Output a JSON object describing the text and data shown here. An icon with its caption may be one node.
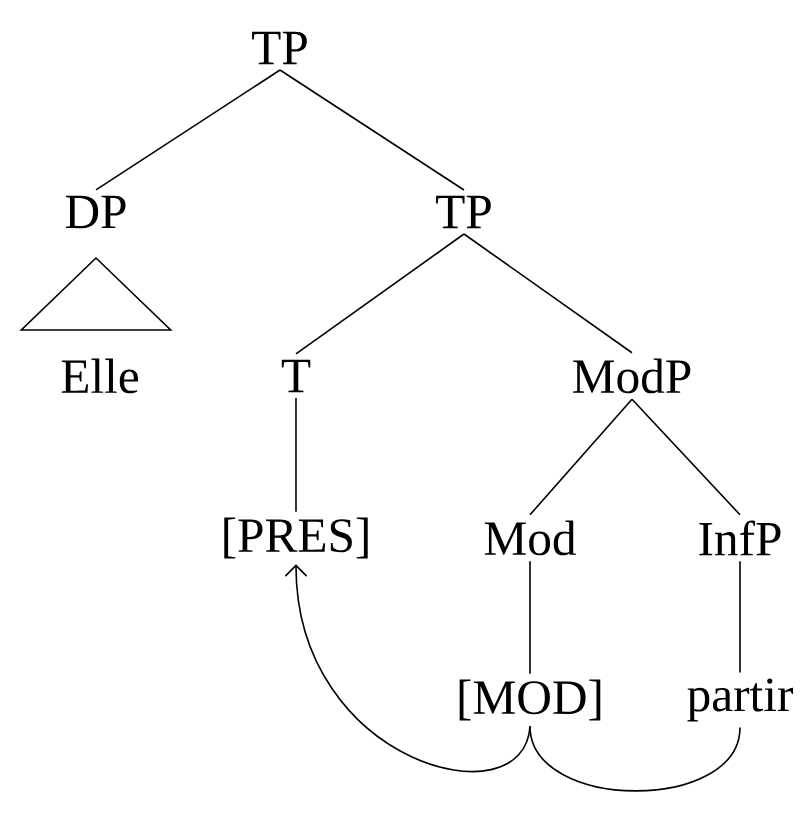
{
  "diagram": {
    "nodes": [
      {
        "text": [
          "TP"
        ]
      },
      {
        "text": [
          "DP"
        ]
      },
      {
        "text": [
          "TP"
        ]
      },
      {
        "text": [],
        "shape": "triangle"
      },
      {
        "text": [
          "Elle"
        ]
      },
      {
        "text": [
          "T"
        ]
      },
      {
        "text": [
          "ModP"
        ]
      },
      {
        "text": [
          "[PRES]"
        ]
      },
      {
        "text": [
          "Mod"
        ]
      },
      {
        "text": [
          "InfP"
        ]
      },
      {
        "text": [
          "[MOD]"
        ]
      },
      {
        "text": [
          "partir"
        ]
      }
    ],
    "edges": [
      {
        "from": 0,
        "to": 1,
        "arrow": "none"
      },
      {
        "from": 0,
        "to": 2,
        "arrow": "none"
      },
      {
        "from": 2,
        "to": 5,
        "arrow": "none"
      },
      {
        "from": 2,
        "to": 6,
        "arrow": "none"
      },
      {
        "from": 5,
        "to": 7,
        "arrow": "none"
      },
      {
        "from": 6,
        "to": 8,
        "arrow": "none"
      },
      {
        "from": 6,
        "to": 9,
        "arrow": "none"
      },
      {
        "from": 8,
        "to": 10,
        "arrow": "none"
      },
      {
        "from": 9,
        "to": 11,
        "arrow": "none"
      },
      {
        "from": 11,
        "to": 10,
        "arrow": "none"
      },
      {
        "from": 10,
        "to": 7,
        "arrow": "to"
      }
    ]
  }
}
